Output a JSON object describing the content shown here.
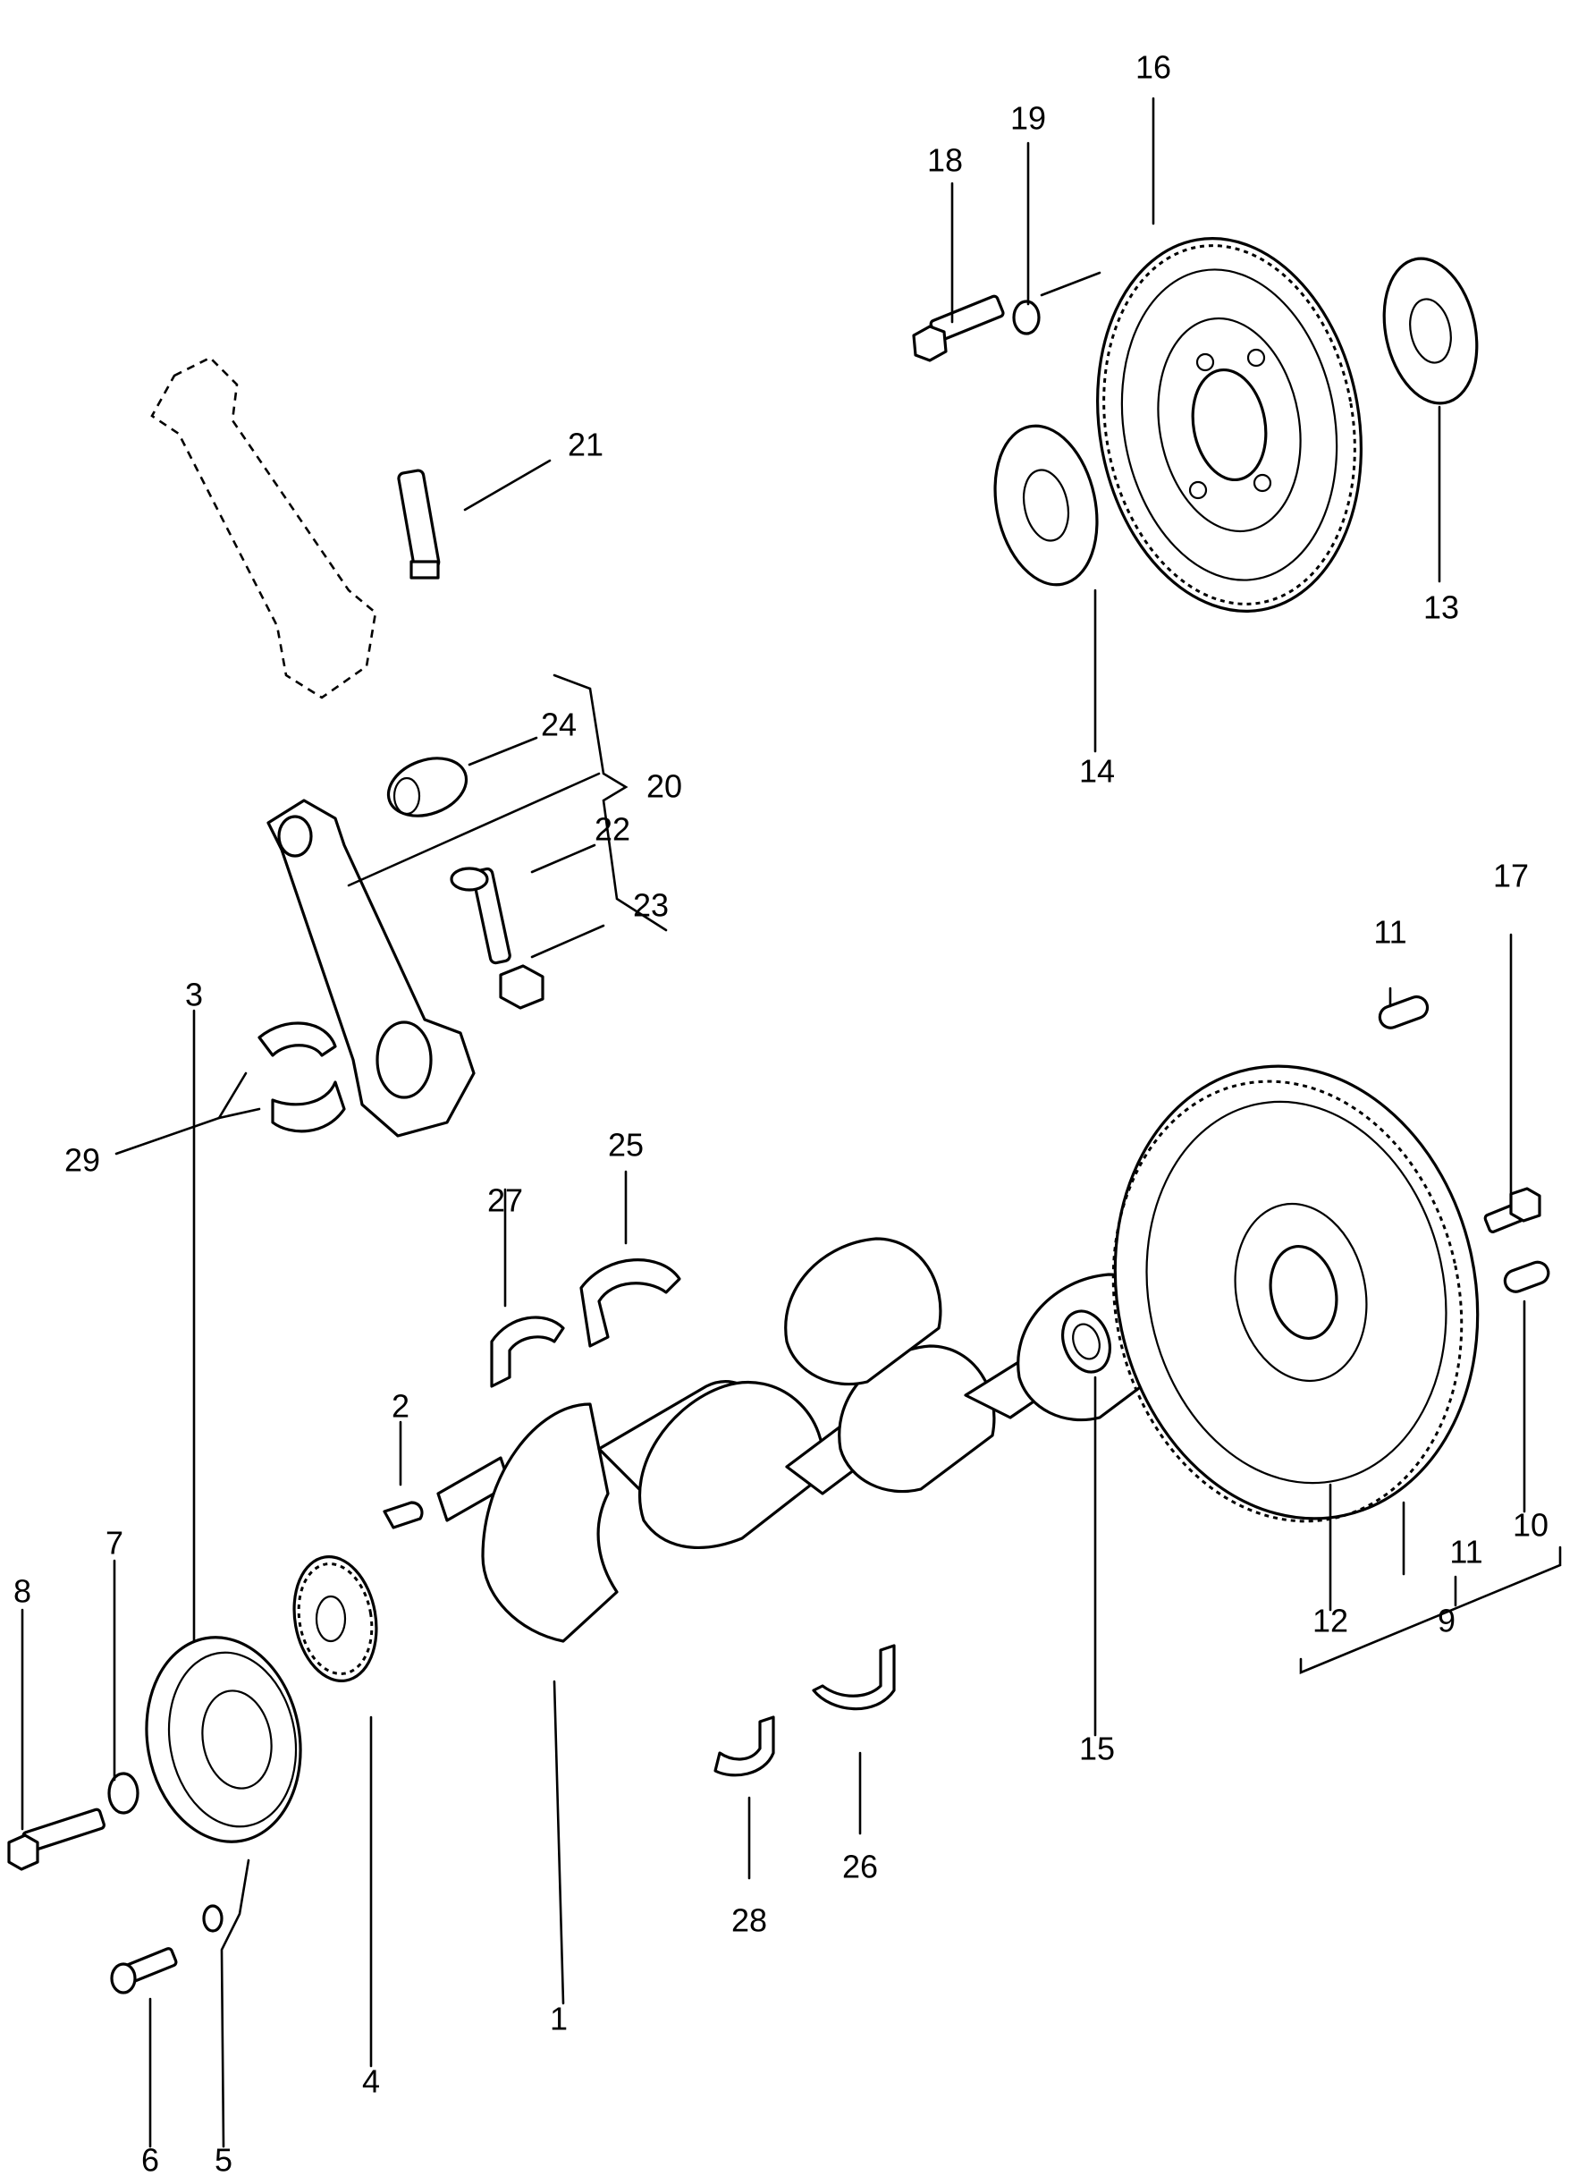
{
  "callouts": {
    "c1": "1",
    "c2": "2",
    "c3": "3",
    "c4": "4",
    "c5": "5",
    "c6": "6",
    "c7": "7",
    "c8": "8",
    "c9": "9",
    "c10": "10",
    "c11a": "11",
    "c11b": "11",
    "c12": "12",
    "c13": "13",
    "c14": "14",
    "c15": "15",
    "c16": "16",
    "c17": "17",
    "c18": "18",
    "c19": "19",
    "c20": "20",
    "c21": "21",
    "c22": "22",
    "c23": "23",
    "c24": "24",
    "c25": "25",
    "c26": "26",
    "c27": "27",
    "c28": "28",
    "c29": "29"
  }
}
